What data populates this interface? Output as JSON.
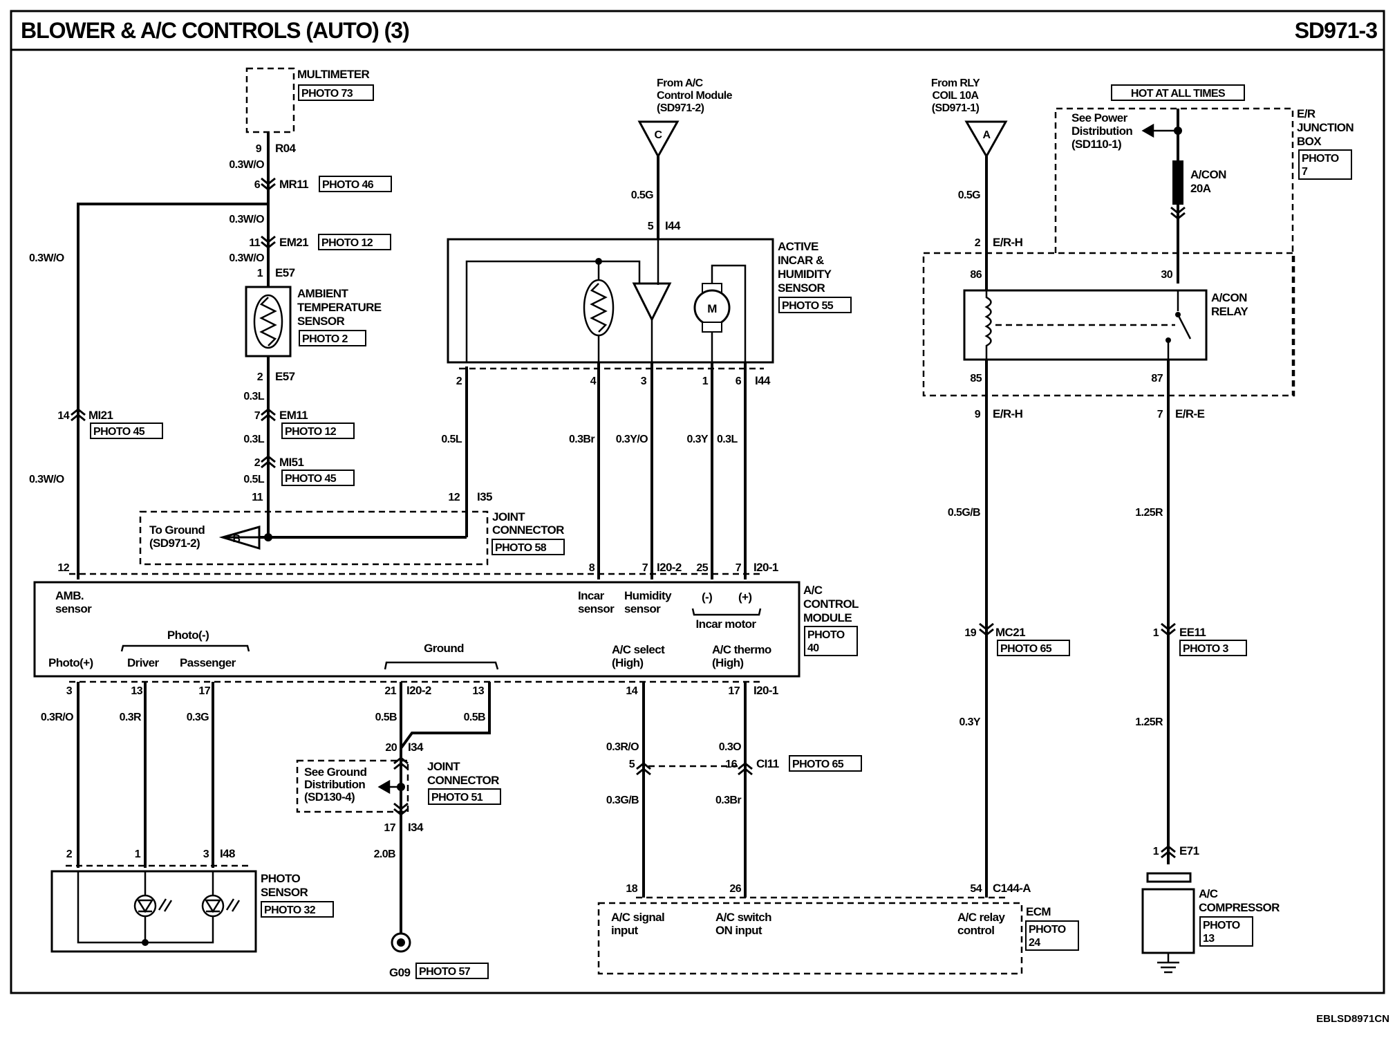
{
  "title": "BLOWER & A/C CONTROLS (AUTO) (3)",
  "code": "SD971-3",
  "footer_code": "EBLSD8971CN",
  "components": {
    "multimeter": {
      "name": "MULTIMETER",
      "photo": "PHOTO 73"
    },
    "ambient_sensor": {
      "name": [
        "AMBIENT",
        "TEMPERATURE",
        "SENSOR"
      ],
      "photo": "PHOTO 2"
    },
    "incar_sensor": {
      "name": [
        "ACTIVE",
        "INCAR &",
        "HUMIDITY",
        "SENSOR"
      ],
      "photo": "PHOTO 55",
      "motor_symbol": "M"
    },
    "joint_i35": {
      "name": [
        "JOINT",
        "CONNECTOR"
      ],
      "photo": "PHOTO 58",
      "ground_ref": [
        "To Ground",
        "(SD971-2)"
      ],
      "ref_letter": "B"
    },
    "ac_module": {
      "name": [
        "A/C",
        "CONTROL",
        "MODULE"
      ],
      "photo": [
        "PHOTO",
        "40"
      ],
      "amb": [
        "AMB.",
        "sensor"
      ],
      "incar": [
        "Incar",
        "sensor"
      ],
      "humidity": [
        "Humidity",
        "sensor"
      ],
      "minus": "(-)",
      "plus": "(+)",
      "incar_motor": "Incar motor",
      "photo_minus": "Photo(-)",
      "photo_plus": "Photo(+)",
      "driver": "Driver",
      "passenger": "Passenger",
      "ground": "Ground",
      "ac_select": [
        "A/C select",
        "(High)"
      ],
      "ac_thermo": [
        "A/C thermo",
        "(High)"
      ]
    },
    "joint_i34": {
      "name": [
        "JOINT",
        "CONNECTOR"
      ],
      "photo": "PHOTO 51",
      "ground_dist": [
        "See Ground",
        "Distribution",
        "(SD130-4)"
      ]
    },
    "photo_sensor": {
      "name": [
        "PHOTO",
        "SENSOR"
      ],
      "photo": "PHOTO 32"
    },
    "ground_g09": {
      "label": "G09",
      "photo": "PHOTO 57"
    },
    "ecm": {
      "name": "ECM",
      "photo": [
        "PHOTO",
        "24"
      ],
      "signal": [
        "A/C signal",
        "input"
      ],
      "switch": [
        "A/C switch",
        "ON input"
      ],
      "relay": [
        "A/C relay",
        "control"
      ]
    },
    "ac_relay": {
      "name": [
        "A/CON",
        "RELAY"
      ]
    },
    "junction_box": {
      "name": [
        "E/R",
        "JUNCTION",
        "BOX"
      ],
      "photo": [
        "PHOTO",
        "7"
      ]
    },
    "fuse": {
      "name": [
        "A/CON",
        "20A"
      ]
    },
    "hot": "HOT AT ALL TIMES",
    "power_dist": [
      "See Power",
      "Distribution",
      "(SD110-1)"
    ],
    "compressor": {
      "name": [
        "A/C",
        "COMPRESSOR"
      ],
      "photo": [
        "PHOTO",
        "13"
      ]
    },
    "from_ac": {
      "text": [
        "From A/C",
        "Control Module",
        "(SD971-2)"
      ],
      "letter": "C"
    },
    "from_rly": {
      "text": [
        "From RLY",
        "COIL 10A",
        "(SD971-1)"
      ],
      "letter": "A"
    }
  },
  "connectors": {
    "r04": {
      "pin": "9",
      "id": "R04"
    },
    "mr11": {
      "pin": "6",
      "id": "MR11",
      "photo": "PHOTO 46"
    },
    "em21": {
      "pin": "11",
      "id": "EM21",
      "photo": "PHOTO 12"
    },
    "e57_top": {
      "pin": "1",
      "id": "E57"
    },
    "e57_bot": {
      "pin": "2",
      "id": "E57"
    },
    "em11": {
      "pin": "7",
      "id": "EM11",
      "photo": "PHOTO 12"
    },
    "mi51": {
      "pin": "2",
      "id": "MI51",
      "photo": "PHOTO 45"
    },
    "mi21": {
      "pin": "14",
      "id": "MI21",
      "photo": "PHOTO 45"
    },
    "i35": {
      "pin_a": "11",
      "pin_b": "12",
      "id": "I35"
    },
    "i44_top": {
      "pin": "5",
      "id": "I44"
    },
    "i44_bot": {
      "pins": [
        "2",
        "4",
        "3",
        "1",
        "6"
      ],
      "id": "I44"
    },
    "am12": {
      "pin": "12"
    },
    "i20_2_top": {
      "pins": [
        "8",
        "7"
      ],
      "id": "I20-2"
    },
    "i20_1_top": {
      "pins": [
        "25",
        "7"
      ],
      "id": "I20-1"
    },
    "bottom_row": {
      "pins": [
        "3",
        "13",
        "17",
        "21",
        "13",
        "14",
        "17"
      ],
      "i20_2": "I20-2",
      "i20_1": "I20-1"
    },
    "i34_top": {
      "pin": "20",
      "id": "I34"
    },
    "i34_bot": {
      "pin": "17",
      "id": "I34"
    },
    "ci11": {
      "pins": [
        "5",
        "16"
      ],
      "id": "CI11",
      "photo": "PHOTO 65"
    },
    "i48": {
      "pins": [
        "2",
        "1",
        "3"
      ],
      "id": "I48"
    },
    "ecm_pins": {
      "pins": [
        "18",
        "26",
        "54"
      ],
      "id": "C144-A"
    },
    "i44_c": {
      "pin": "5"
    },
    "er_h_top": {
      "pin": "2",
      "id": "E/R-H"
    },
    "relay_pins": {
      "p86": "86",
      "p30": "30",
      "p85": "85",
      "p87": "87"
    },
    "er_h_bot": {
      "pin": "9",
      "id": "E/R-H"
    },
    "er_e": {
      "pin": "7",
      "id": "E/R-E"
    },
    "mc21": {
      "pin": "19",
      "id": "MC21",
      "photo": "PHOTO 65"
    },
    "ee11": {
      "pin": "1",
      "id": "EE11",
      "photo": "PHOTO 3"
    },
    "e71": {
      "pin": "1",
      "id": "E71"
    }
  },
  "wires": {
    "w1": "0.3W/O",
    "w2": "0.3W/O",
    "w3": "0.3W/O",
    "w4": "0.3W/O",
    "w5": "0.3W/O",
    "l1": "0.3L",
    "l2": "0.3L",
    "l3": "0.5L",
    "l4": "0.5L",
    "g1": "0.5G",
    "br": "0.3Br",
    "yo": "0.3Y/O",
    "y": "0.3Y",
    "l5": "0.3L",
    "ro": "0.3R/O",
    "r": "0.3R",
    "g": "0.3G",
    "b1": "0.5B",
    "b2": "0.5B",
    "b3": "2.0B",
    "ro2": "0.3R/O",
    "o": "0.3O",
    "gb": "0.3G/B",
    "br2": "0.3Br",
    "g2": "0.5G",
    "gb2": "0.5G/B",
    "y2": "0.3Y",
    "r1": "1.25R",
    "r2": "1.25R"
  }
}
